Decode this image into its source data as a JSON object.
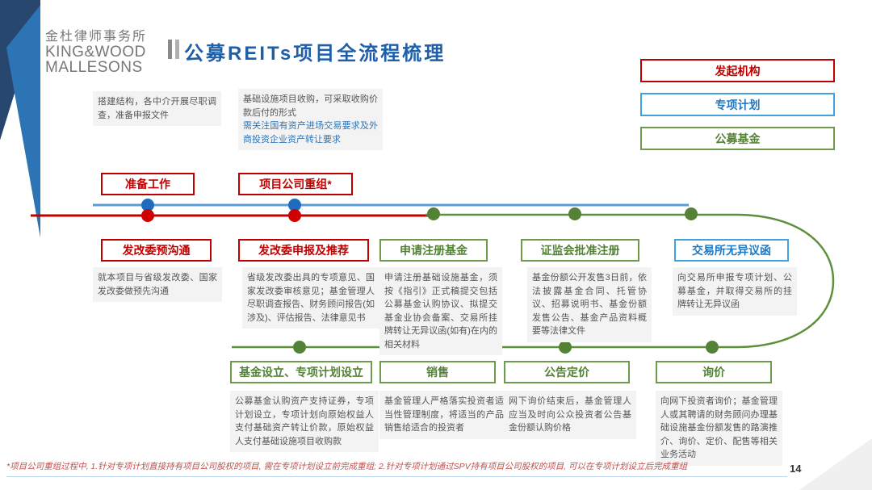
{
  "logo": {
    "cn": "金杜律师事务所",
    "en1": "KING&WOOD",
    "en2": "MALLESONS"
  },
  "header": {
    "title": "公募REITs项目全流程梳理"
  },
  "legend": {
    "items": [
      {
        "label": "发起机构",
        "color": "#c00000"
      },
      {
        "label": "专项计划",
        "color": "#3fa3dc"
      },
      {
        "label": "公募基金",
        "color": "#6e9a4b"
      }
    ]
  },
  "colors": {
    "sponsor_red": "#c00000",
    "plan_blue": "#3fa3dc",
    "fund_green": "#538135",
    "title_blue": "#1e5fa8"
  },
  "prep": {
    "note1": "搭建结构，各中介开展尽职调查，准备申报文件",
    "note2_main": "基础设施项目收购，可采取收购价款后付的形式",
    "note2_highlight": "需关注国有资产进场交易要求及外商投资企业资产转让要求"
  },
  "top_stages": [
    {
      "label": "准备工作"
    },
    {
      "label": "项目公司重组*"
    }
  ],
  "mid_stages": [
    {
      "label": "发改委预沟通",
      "desc": "就本项目与省级发改委、国家发改委做预先沟通"
    },
    {
      "label": "发改委申报及推荐",
      "desc": "省级发改委出具的专项意见、国家发改委审核意见；基金管理人尽职调查报告、财务顾问报告(如涉及)、评估报告、法律意见书"
    },
    {
      "label": "申请注册基金",
      "desc": "申请注册基础设施基金，须按《指引》正式稿提交包括公募基金认购协议、拟提交基金业协会备案、交易所挂牌转让无异议函(如有)在内的相关材料"
    },
    {
      "label": "证监会批准注册",
      "desc": "基金份额公开发售3日前，依法披露基金合同、托管协议、招募说明书、基金份额发售公告、基金产品资料概要等法律文件"
    },
    {
      "label": "交易所无异议函",
      "desc": "向交易所申报专项计划、公募基金，并取得交易所的挂牌转让无异议函"
    }
  ],
  "bottom_stages": [
    {
      "label": "基金设立、专项计划设立",
      "desc": "公募基金认购资产支持证券，专项计划设立，专项计划向原始权益人支付基础资产转让价款，原始权益人支付基础设施项目收购款"
    },
    {
      "label": "销售",
      "desc": "基金管理人严格落实投资者适当性管理制度，将适当的产品销售给适合的投资者"
    },
    {
      "label": "公告定价",
      "desc": "网下询价结束后，基金管理人应当及时向公众投资者公告基金份额认购价格"
    },
    {
      "label": "询价",
      "desc": "向网下投资者询价；基金管理人或其聘请的财务顾问办理基础设施基金份额发售的路演推介、询价、定价、配售等相关业务活动"
    }
  ],
  "footer": {
    "note": "*项目公司重组过程中, 1.针对专项计划直接持有项目公司股权的项目, 需在专项计划设立前完成重组; 2.针对专项计划通过SPV持有项目公司股权的项目, 可以在专项计划设立后完成重组",
    "page": "14"
  }
}
